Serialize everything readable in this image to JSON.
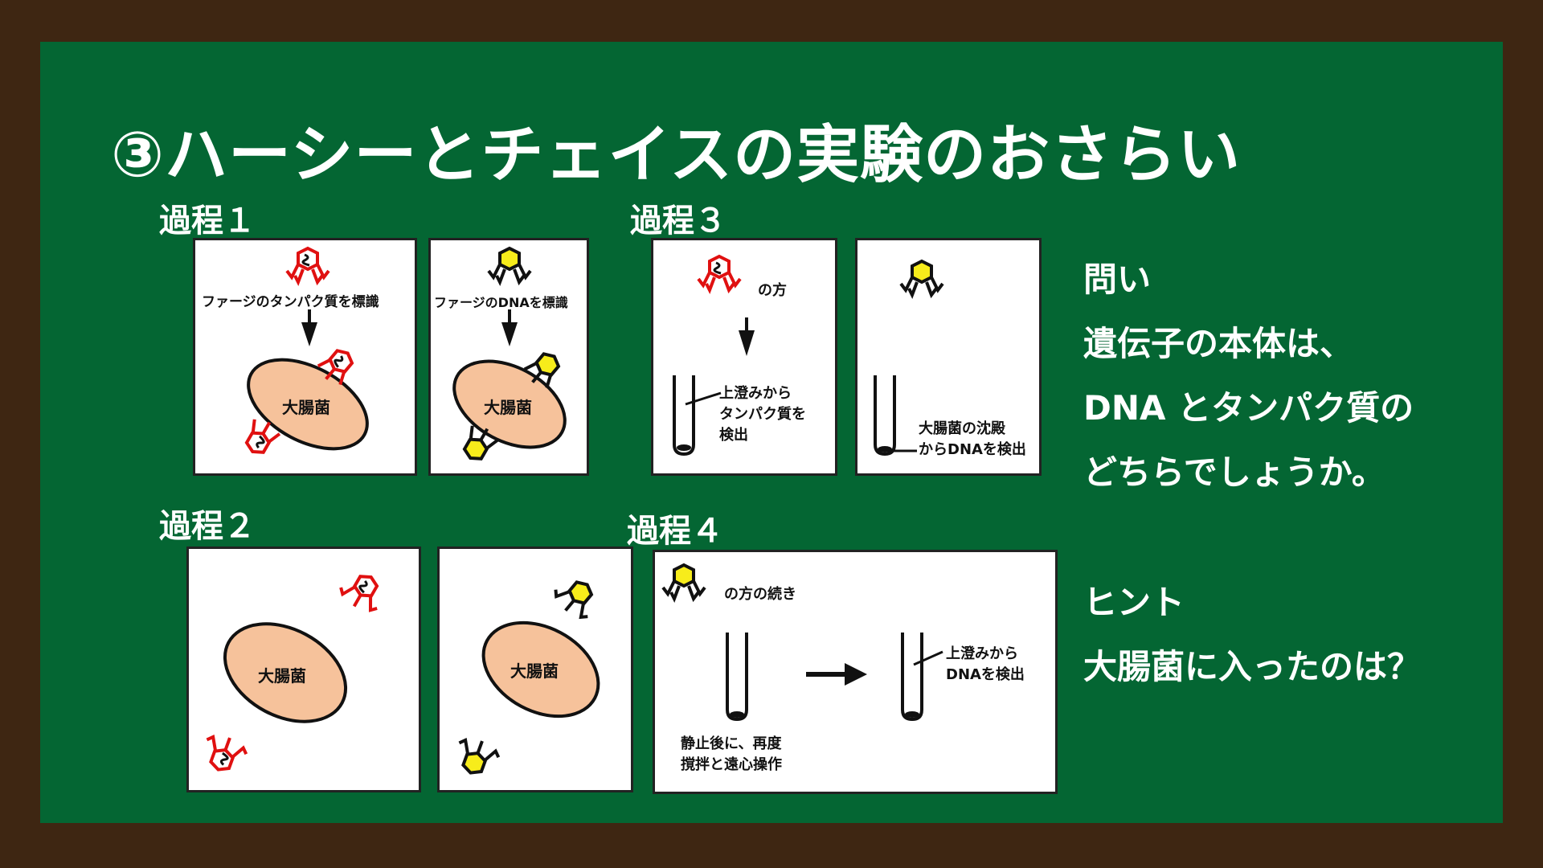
{
  "title": "③ハーシーとチェイスの実験のおさらい",
  "steps": {
    "s1": "過程１",
    "s2": "過程２",
    "s3": "過程３",
    "s4": "過程４"
  },
  "process1": {
    "label_protein": "ファージのタンパク質を標識",
    "label_dna": "ファージのDNAを標識",
    "cell": "大腸菌"
  },
  "process2": {
    "cell": "大腸菌"
  },
  "process3": {
    "of_side": "の方",
    "supernatant": [
      "上澄みから",
      "タンパク質を",
      "検出"
    ],
    "precipitate": [
      "大腸菌の沈殿",
      "からDNAを検出"
    ]
  },
  "process4": {
    "continuation": "の方の続き",
    "supernatant": [
      "上澄みから",
      "DNAを検出"
    ],
    "note": [
      "静止後に、再度",
      "撹拌と遠心操作"
    ]
  },
  "question": {
    "heading": "問い",
    "lines": [
      "遺伝子の本体は、",
      "DNA とタンパク質の",
      "どちらでしょうか。"
    ]
  },
  "hint": {
    "heading": "ヒント",
    "text": "大腸菌に入ったのは？"
  },
  "colors": {
    "board": "#046633",
    "frame": "#3e2612",
    "protein_label": "#e01010",
    "dna_label": "#f7ec1b",
    "cell_fill": "#f6c29b"
  }
}
